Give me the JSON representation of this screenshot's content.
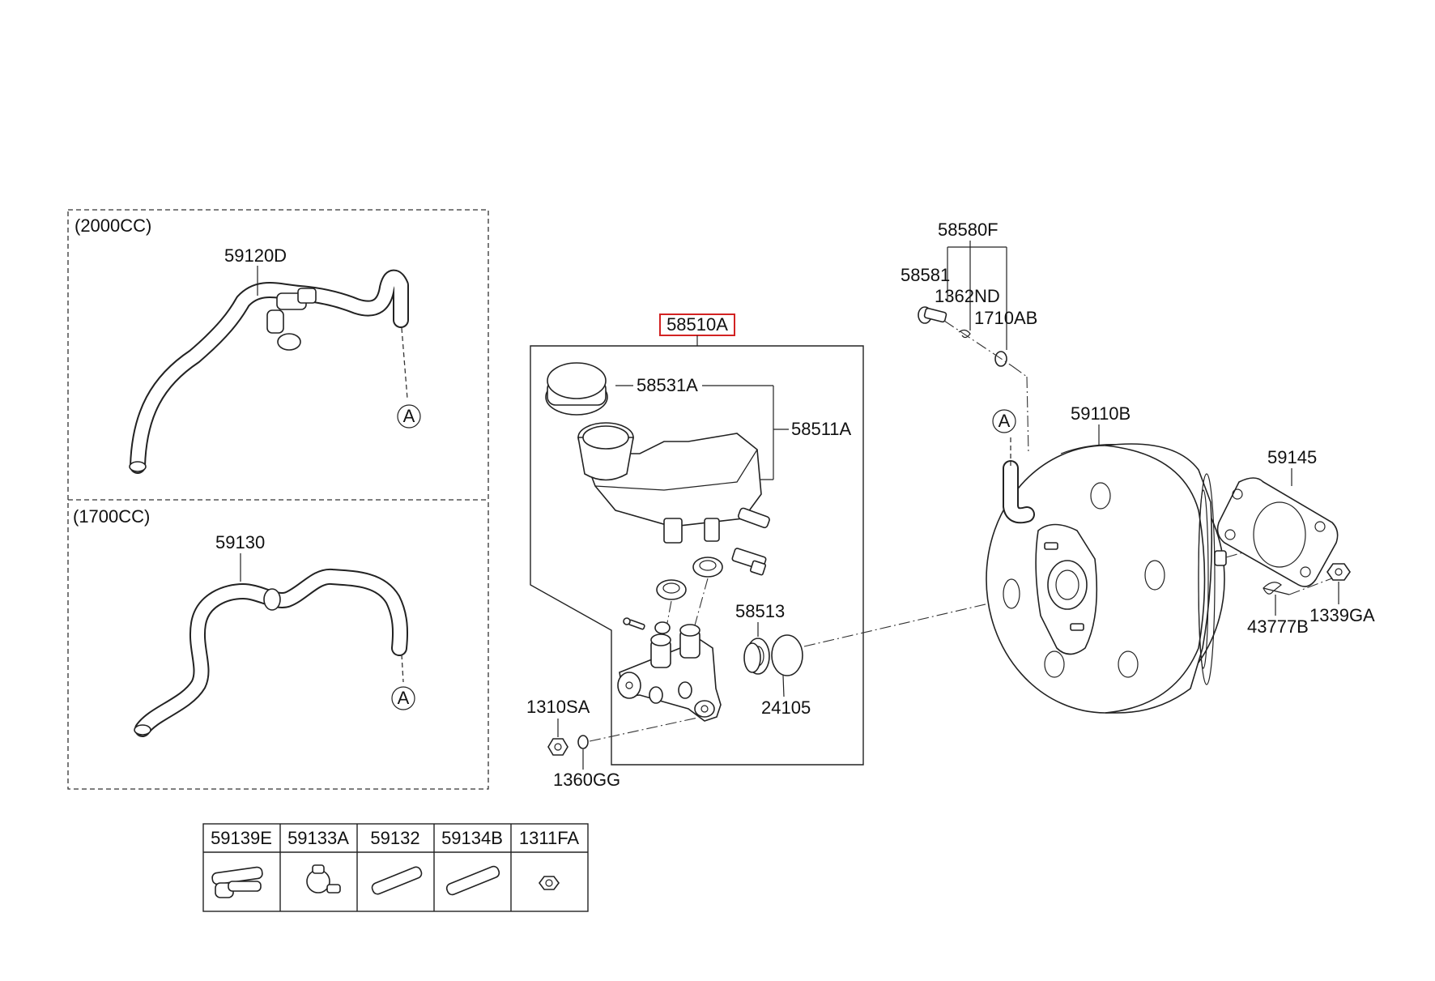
{
  "groups": {
    "engine_2000": "(2000CC)",
    "engine_1700": "(1700CC)"
  },
  "labels": {
    "hose_2000": "59120D",
    "hose_1700": "59130",
    "master_cyl_assy": "58510A",
    "reservoir_cap": "58531A",
    "reservoir": "58511A",
    "seal": "58513",
    "oring": "24105",
    "nut_left": "1310SA",
    "washer_left": "1360GG",
    "clevis_kit": "58580F",
    "clevis_pin": "58581",
    "clip_pin": "1362ND",
    "washer_pin": "1710AB",
    "booster": "59110B",
    "gasket": "59145",
    "snap_pin": "43777B",
    "nut_right": "1339GA"
  },
  "connector_marker": "A",
  "highlight_color": "#d22222",
  "parts_table": {
    "headers": [
      "59139E",
      "59133A",
      "59132",
      "59134B",
      "1311FA"
    ],
    "icons": [
      "hose-connector-icon",
      "check-valve-icon",
      "short-tube-icon",
      "long-tube-icon",
      "nut-icon"
    ]
  }
}
